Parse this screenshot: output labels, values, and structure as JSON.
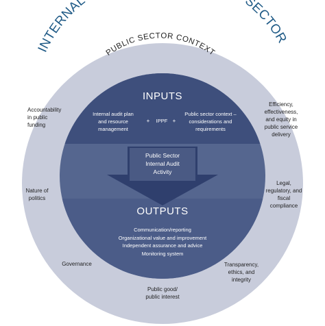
{
  "title": "INTERNAL AUDITING IN THE PUBLIC SECTOR",
  "context_label": "PUBLIC SECTOR CONTEXT",
  "inputs": {
    "heading": "INPUTS",
    "left": "Internal audit plan\nand resource\nmanagement",
    "plus1": "+",
    "center": "IPPF",
    "plus2": "+",
    "right": "Public sector context –\nconsiderations and\nrequirements"
  },
  "activity": "Public Sector\nInternal Audit\nActivity",
  "outputs": {
    "heading": "OUTPUTS",
    "items": [
      "Communication/reporting",
      "Organizational value and improvement",
      "Independent assurance and advice",
      "Monitoring system"
    ]
  },
  "ring_labels": {
    "accountability": "Accountability\nin public\nfunding",
    "politics": "Nature of\npolitics",
    "governance": "Governance",
    "public_good": "Public good/\npublic interest",
    "transparency": "Transparency,\nethics, and\nintegrity",
    "legal": "Legal,\nregulatory, and\nfiscal\ncompliance",
    "efficiency": "Efficiency,\neffectiveness,\nand equity in\npublic service\ndelivery"
  },
  "colors": {
    "title": "#1f5a86",
    "outer_ring": "#c8ccdb",
    "inner_circle": "#55668f",
    "inputs_band": "#3e4f7c",
    "arrow": "#2f3f6d",
    "arrow_text_box": "#4a5a84"
  }
}
